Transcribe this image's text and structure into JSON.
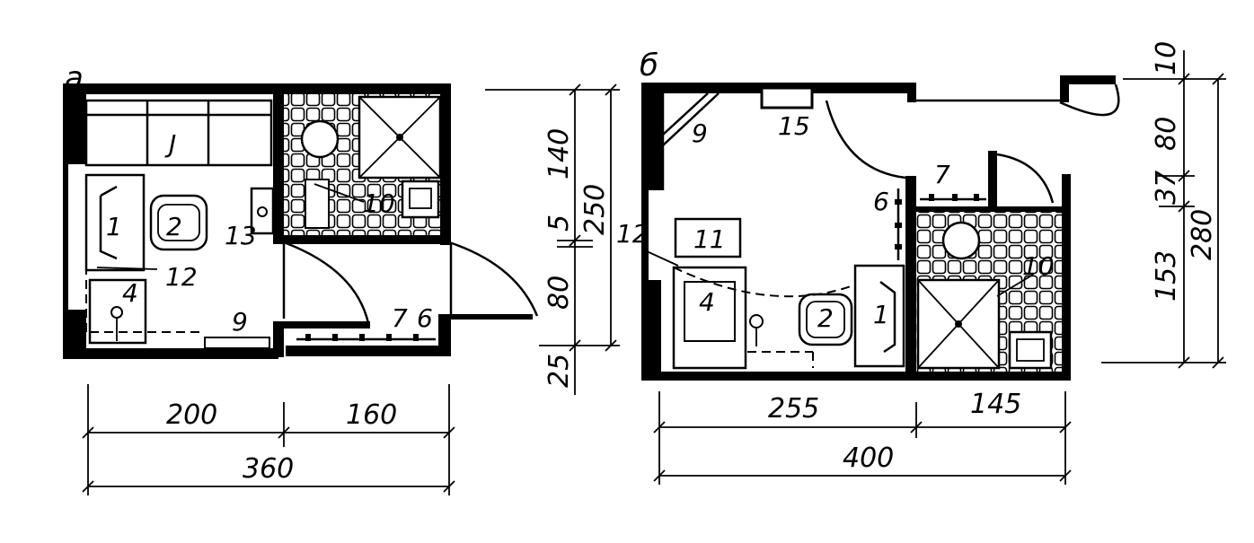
{
  "plan_a": {
    "tag": "а",
    "labels": {
      "n1": "1",
      "n2": "2",
      "n3": "J",
      "n4": "4",
      "n6": "6",
      "n7": "7",
      "n9": "9",
      "n10": "10",
      "n12": "12",
      "n13": "13"
    },
    "dims_horizontal": {
      "left": "200",
      "right": "160",
      "total": "360"
    },
    "dims_vertical": {
      "d140": "140",
      "d5": "5",
      "d80": "80",
      "d25": "25",
      "total": "250"
    }
  },
  "plan_b": {
    "tag": "б",
    "labels": {
      "n1": "1",
      "n2": "2",
      "n4": "4",
      "n6": "6",
      "n7": "7",
      "n9": "9",
      "n10": "10",
      "n11": "11",
      "n12": "12",
      "n15": "15"
    },
    "dims_horizontal": {
      "left": "255",
      "right": "145",
      "total": "400"
    },
    "dims_vertical": {
      "d10": "10",
      "d80": "80",
      "d37": "37",
      "d153": "153",
      "total": "280"
    }
  }
}
